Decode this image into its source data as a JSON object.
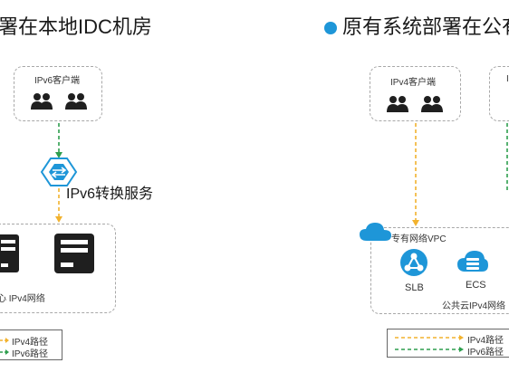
{
  "left": {
    "heading": "署在本地IDC机房",
    "client_box_title": "IPv6客户端",
    "service_label": "IPv6转换服务",
    "network_label": "心 IPv4网络",
    "legend": {
      "ipv4": "IPv4路径",
      "ipv6": "IPv6路径"
    }
  },
  "right": {
    "heading": "原有系统部署在公有",
    "client_box_title": "IPv4客户端",
    "client_box2_title": "I",
    "vpc_label": "专有网络VPC",
    "slb_label": "SLB",
    "ecs_label": "ECS",
    "network_label": "公共云IPv4网络",
    "legend": {
      "ipv4": "IPv4路径",
      "ipv6": "IPv6路径"
    }
  },
  "colors": {
    "accent_blue": "#1e96d8",
    "ipv4_path": "#f2b22e",
    "ipv6_path": "#2e9e4e",
    "box_border": "#a8a8a8",
    "icon_dark": "#1f1f1f"
  },
  "icons": [
    "user-icon",
    "server-icon",
    "ipv6-converter-icon",
    "cloud-icon",
    "slb-icon",
    "ecs-icon"
  ]
}
